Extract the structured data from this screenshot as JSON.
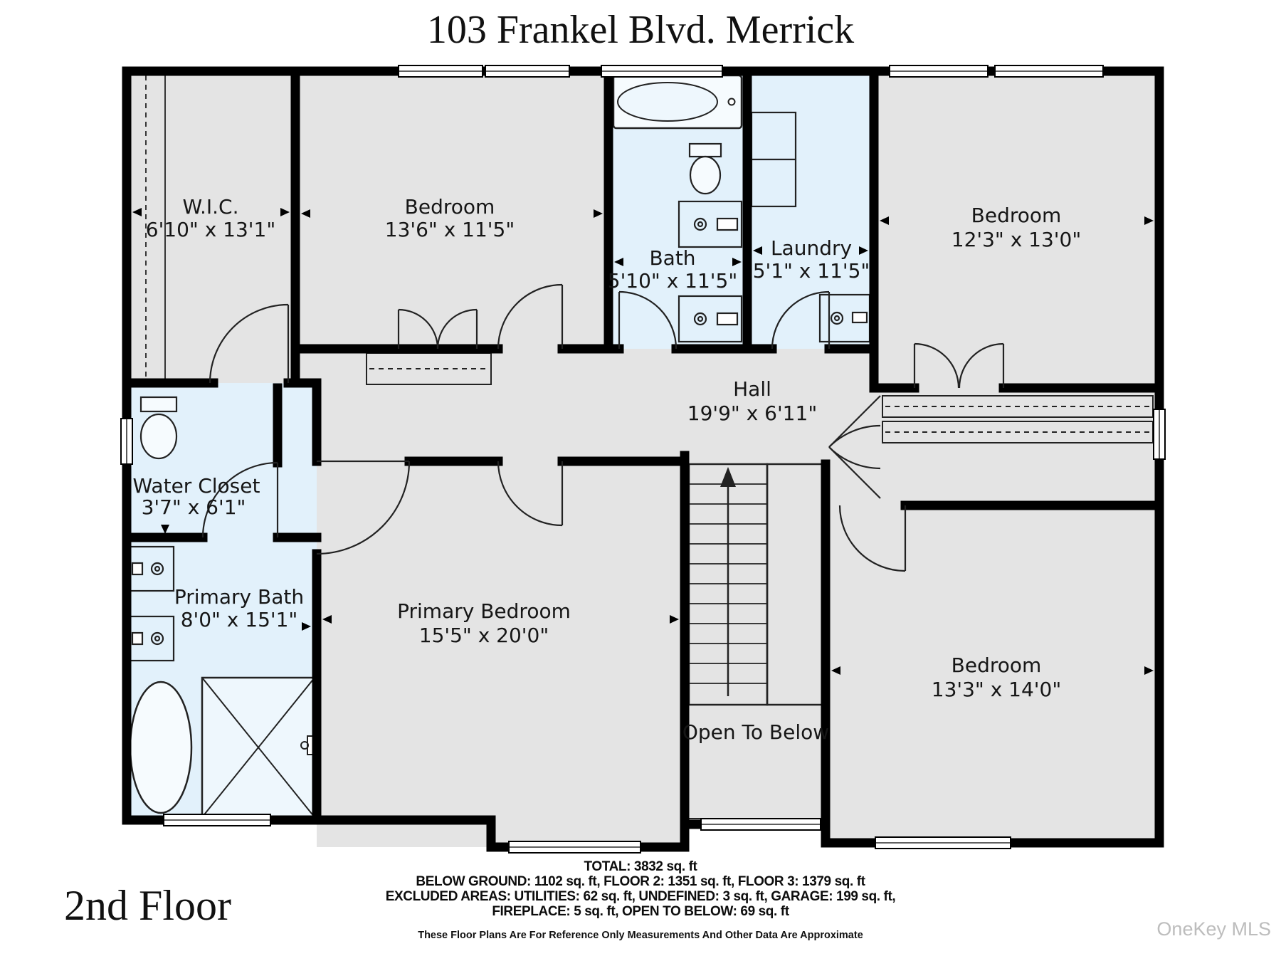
{
  "title": "103 Frankel Blvd. Merrick",
  "floor_label": "2nd Floor",
  "watermark": "OneKey MLS",
  "rooms": {
    "wic": {
      "name": "W.I.C.",
      "dims": "6'10\" x 13'1\""
    },
    "bedroom_top": {
      "name": "Bedroom",
      "dims": "13'6\" x 11'5\""
    },
    "bath": {
      "name": "Bath",
      "dims": "5'10\" x 11'5\""
    },
    "laundry": {
      "name": "Laundry",
      "dims": "5'1\" x 11'5\""
    },
    "bedroom_right_top": {
      "name": "Bedroom",
      "dims": "12'3\" x 13'0\""
    },
    "hall": {
      "name": "Hall",
      "dims": "19'9\" x 6'11\""
    },
    "water_closet": {
      "name": "Water Closet",
      "dims": "3'7\" x 6'1\""
    },
    "primary_bath": {
      "name": "Primary Bath",
      "dims": "8'0\" x 15'1\""
    },
    "primary_bedroom": {
      "name": "Primary Bedroom",
      "dims": "15'5\" x 20'0\""
    },
    "open_to_below": {
      "name": "Open To Below"
    },
    "bedroom_right_bottom": {
      "name": "Bedroom",
      "dims": "13'3\" x 14'0\""
    }
  },
  "summary": {
    "line1": "TOTAL: 3832 sq. ft",
    "line2": "BELOW GROUND: 1102 sq. ft, FLOOR 2: 1351 sq. ft, FLOOR 3: 1379 sq. ft",
    "line3": "EXCLUDED AREAS: UTILITIES: 62 sq. ft, UNDEFINED: 3 sq. ft, GARAGE: 199 sq. ft,",
    "line4": "FIREPLACE: 5 sq. ft, OPEN TO BELOW: 69 sq. ft"
  },
  "disclaimer": "These Floor Plans Are For Reference Only Measurements And Other Data Are Approximate",
  "colors": {
    "room_fill": "#e4e4e4",
    "wet_fill": "#e2f1fb",
    "wall": "#000000",
    "watermark": "#bdbdbd"
  }
}
